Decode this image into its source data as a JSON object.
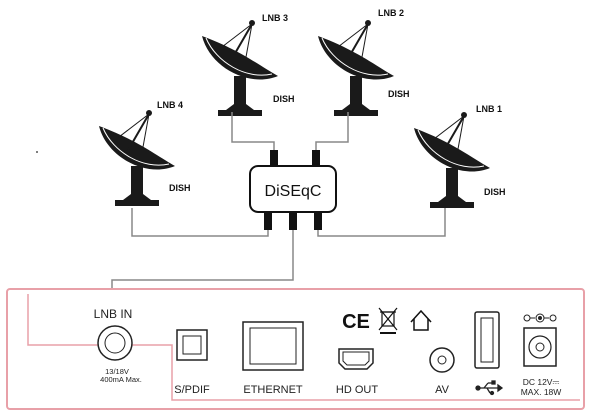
{
  "dishes": [
    {
      "lnb": "LNB 3",
      "caption": "DISH"
    },
    {
      "lnb": "LNB 2",
      "caption": "DISH"
    },
    {
      "lnb": "LNB 4",
      "caption": "DISH"
    },
    {
      "lnb": "LNB 1",
      "caption": "DISH"
    }
  ],
  "switch": {
    "label": "DiSEqC"
  },
  "panel": {
    "lnb_in": "LNB IN",
    "lnb_spec_1": "13/18V",
    "lnb_spec_2": "400mA Max.",
    "spdif": "S/PDIF",
    "ethernet": "ETHERNET",
    "ce_mark": "CE",
    "hdout": "HD OUT",
    "av": "AV",
    "usb_icon": "usb-icon",
    "dc_1": "DC 12V⎓",
    "dc_2": "MAX. 18W",
    "colors": {
      "panel_border": "#e8a0a8",
      "wire": "#888888",
      "dish": "#1a1a1a"
    }
  }
}
